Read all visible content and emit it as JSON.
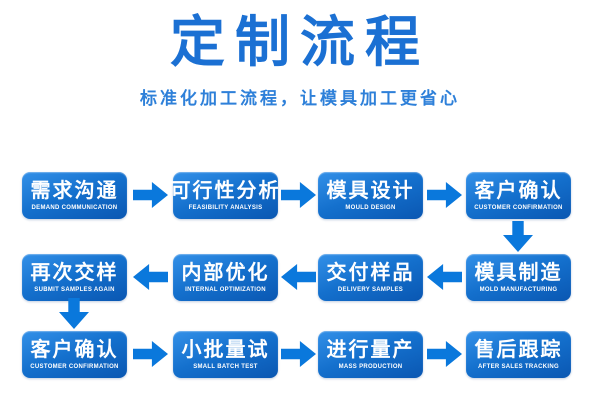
{
  "header": {
    "title": "定制流程",
    "subtitle": "标准化加工流程，让模具加工更省心"
  },
  "colors": {
    "title_blue": "#1b70d3",
    "subtitle_blue": "#2e80d9",
    "box_gradient_top": "#3390e8",
    "box_gradient_bottom": "#0a57b2",
    "arrow_blue": "#0a78dc",
    "box_text": "#ffffff",
    "background": "#ffffff"
  },
  "flow": {
    "rows": [
      {
        "direction": "right",
        "steps": [
          {
            "zh": "需求沟通",
            "en": "DEMAND COMMUNICATION"
          },
          {
            "zh": "可行性分析",
            "en": "FEASIBILITY ANALYSIS"
          },
          {
            "zh": "模具设计",
            "en": "MOULD DESIGN"
          },
          {
            "zh": "客户确认",
            "en": "CUSTOMER CONFIRMATION"
          }
        ]
      },
      {
        "direction": "left",
        "steps": [
          {
            "zh": "再次交样",
            "en": "SUBMIT SAMPLES AGAIN"
          },
          {
            "zh": "内部优化",
            "en": "INTERNAL OPTIMIZATION"
          },
          {
            "zh": "交付样品",
            "en": "DELIVERY SAMPLES"
          },
          {
            "zh": "模具制造",
            "en": "MOLD MANUFACTURING"
          }
        ]
      },
      {
        "direction": "right",
        "steps": [
          {
            "zh": "客户确认",
            "en": "CUSTOMER CONFIRMATION"
          },
          {
            "zh": "小批量试",
            "en": "SMALL BATCH TEST"
          },
          {
            "zh": "进行量产",
            "en": "MASS PRODUCTION"
          },
          {
            "zh": "售后跟踪",
            "en": "AFTER SALES TRACKING"
          }
        ]
      }
    ],
    "connectors": {
      "row1_to_row2": "down-arrow-right-side",
      "row2_to_row3": "down-arrow-left-side"
    }
  }
}
